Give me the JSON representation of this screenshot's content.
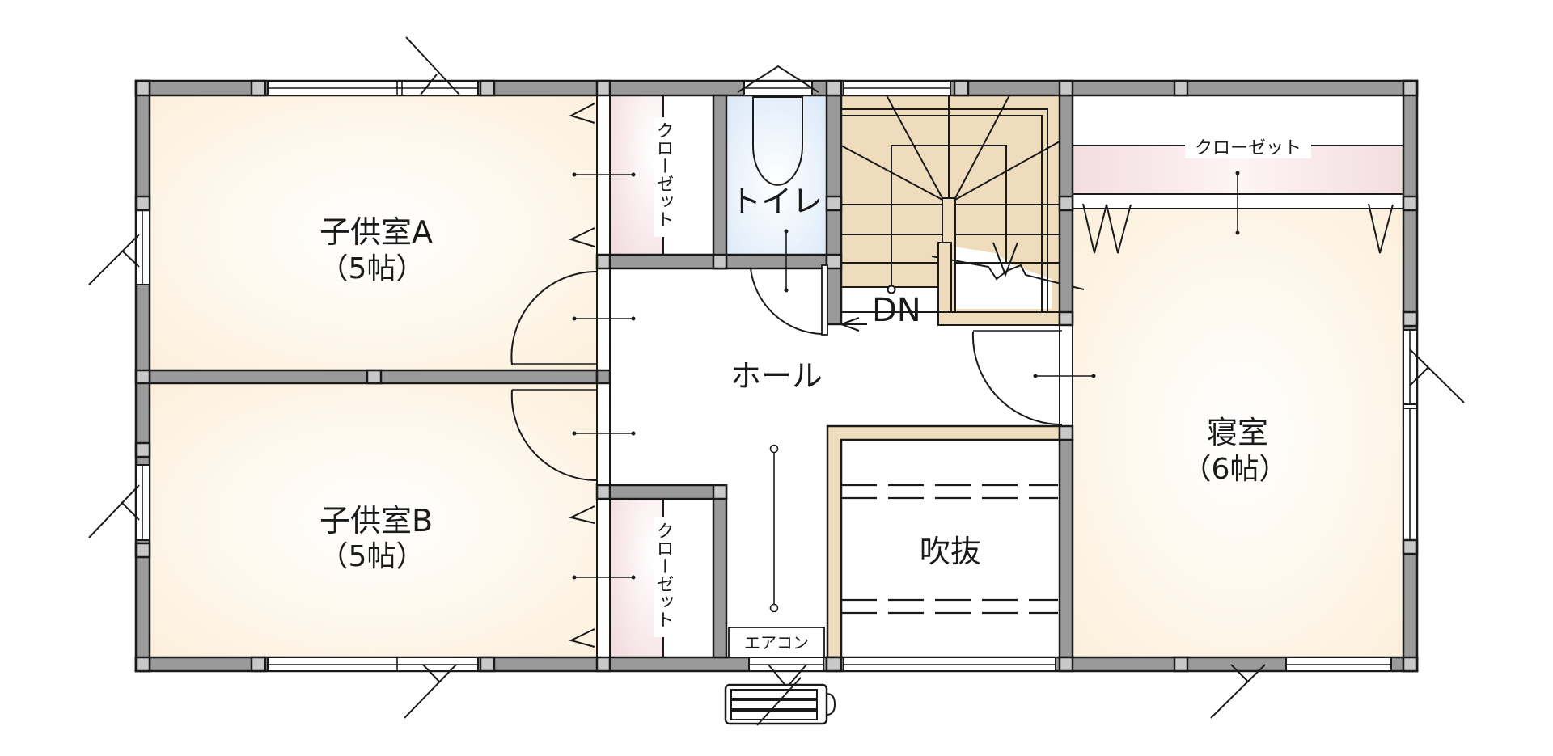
{
  "floor_plan": {
    "title": "2F floor plan",
    "colors": {
      "wall": "#9a9a9a",
      "column": "#c8c8c8",
      "room_floor": "#fdf4e6",
      "closet_floor": "#f6e3e6",
      "toilet_floor": "#e2edf9",
      "stairs": "#efdcbc",
      "hall": "#ffffff"
    },
    "rooms": {
      "kids_a": {
        "name": "子供室A",
        "size": "（5帖）"
      },
      "kids_b": {
        "name": "子供室B",
        "size": "（5帖）"
      },
      "bedroom": {
        "name": "寝室",
        "size": "（6帖）"
      },
      "hall": {
        "name": "ホール"
      },
      "toilet": {
        "name": "トイレ"
      },
      "void": {
        "name": "吹抜"
      },
      "closet_a": {
        "name": "クローゼット"
      },
      "closet_b": {
        "name": "クローゼット"
      },
      "closet_bedroom": {
        "name": "クローゼット"
      }
    },
    "stairs": {
      "direction_label": "DN"
    },
    "fixtures": {
      "aircon_label": "エアコン",
      "outdoor_unit": "aircon-outdoor-unit"
    }
  }
}
